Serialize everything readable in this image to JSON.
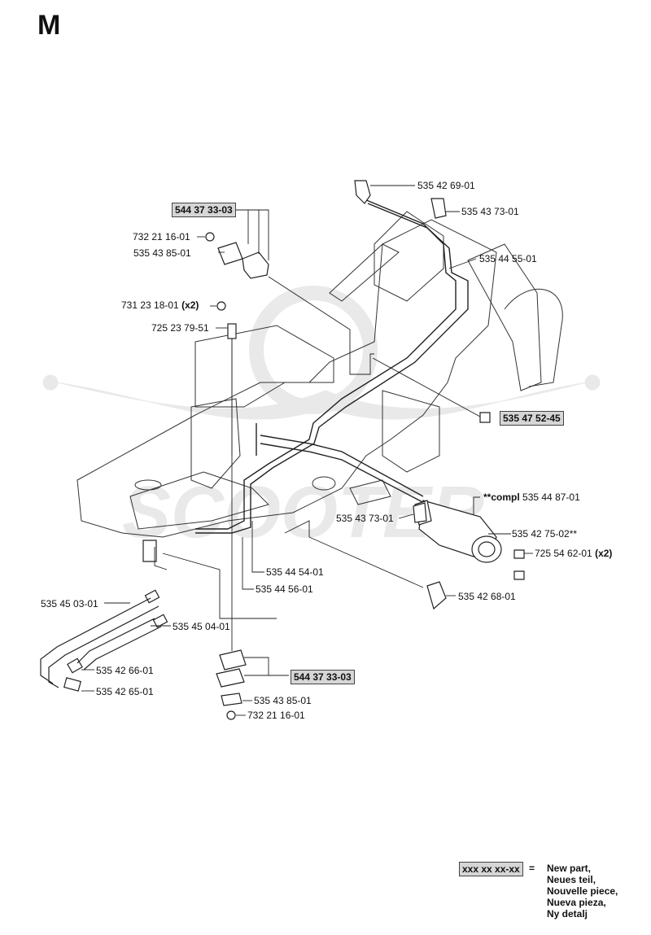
{
  "section_letter": "M",
  "watermark": "SCOOTER",
  "labels": {
    "p_535426901": "535 42 69-01",
    "p_535437301_top": "535 43 73-01",
    "p_535445501": "535 44 55-01",
    "p_732211601_top": "732 21 16-01",
    "p_535438501_top": "535 43 85-01",
    "p_731231801": "731 23 18-01",
    "p_731231801_qty": "(x2)",
    "p_725237951": "725 23 79-51",
    "p_compl_prefix": "**compl",
    "p_535448701": "535 44 87-01",
    "p_535437301_mid": "535 43 73-01",
    "p_535427502": "535 42 75-02**",
    "p_725546201": "725 54 62-01",
    "p_725546201_qty": "(x2)",
    "p_535426801": "535 42 68-01",
    "p_535445401": "535 44 54-01",
    "p_535445601": "535 44 56-01",
    "p_535450301": "535 45 03-01",
    "p_535450401": "535 45 04-01",
    "p_535426601": "535 42 66-01",
    "p_535426501": "535 42 65-01",
    "p_535438501_bot": "535 43 85-01",
    "p_732211601_bot": "732 21 16-01"
  },
  "boxed": {
    "kit_top": "544 37 33-03",
    "bolt_new": "535 47 52-45",
    "kit_bottom": "544 37 33-03"
  },
  "legend": {
    "code": "xxx xx xx-xx",
    "equals": "=",
    "lines": [
      "New part,",
      "Neues teil,",
      "Nouvelle piece,",
      "Nueva pieza,",
      "Ny detalj"
    ]
  }
}
